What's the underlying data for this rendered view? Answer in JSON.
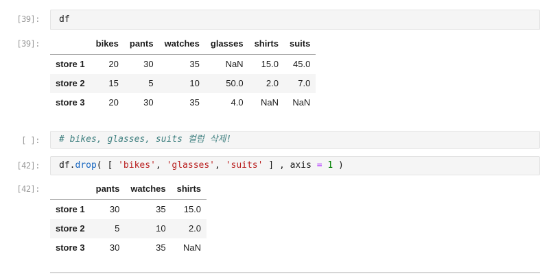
{
  "colors": {
    "input_bg": "#f5f5f5",
    "input_border": "#e3e3e3",
    "prompt_gray": "#989898",
    "comment_teal": "#408080",
    "string_red": "#ba2121",
    "function_blue": "#1565c0",
    "operator_purple": "#aa22ff",
    "number_green": "#008000",
    "table_stripe": "#f5f5f5",
    "header_rule": "#a8a8a8",
    "divider_gray": "#d6d6d6"
  },
  "cells": {
    "input1": {
      "prompt": "[39]:",
      "code": "df"
    },
    "output1": {
      "prompt": "[39]:",
      "table": {
        "columns": [
          "bikes",
          "pants",
          "watches",
          "glasses",
          "shirts",
          "suits"
        ],
        "rows": [
          {
            "label": "store 1",
            "values": [
              "20",
              "30",
              "35",
              "NaN",
              "15.0",
              "45.0"
            ]
          },
          {
            "label": "store 2",
            "values": [
              "15",
              "5",
              "10",
              "50.0",
              "2.0",
              "7.0"
            ]
          },
          {
            "label": "store 3",
            "values": [
              "20",
              "30",
              "35",
              "4.0",
              "NaN",
              "NaN"
            ]
          }
        ]
      }
    },
    "comment": {
      "prompt": "[ ]:",
      "code": "# bikes, glasses, suits 컬럼 삭제!"
    },
    "input42": {
      "prompt": "[42]:",
      "tokens": [
        {
          "t": "df.",
          "s": "plain"
        },
        {
          "t": "drop",
          "s": "function"
        },
        {
          "t": "( [ ",
          "s": "plain"
        },
        {
          "t": "'bikes'",
          "s": "string"
        },
        {
          "t": ", ",
          "s": "plain"
        },
        {
          "t": "'glasses'",
          "s": "string"
        },
        {
          "t": ", ",
          "s": "plain"
        },
        {
          "t": "'suits'",
          "s": "string"
        },
        {
          "t": " ] , axis ",
          "s": "plain"
        },
        {
          "t": "=",
          "s": "operator"
        },
        {
          "t": " ",
          "s": "plain"
        },
        {
          "t": "1",
          "s": "number"
        },
        {
          "t": " )",
          "s": "plain"
        }
      ]
    },
    "output42": {
      "prompt": "[42]:",
      "table": {
        "columns": [
          "pants",
          "watches",
          "shirts"
        ],
        "rows": [
          {
            "label": "store 1",
            "values": [
              "30",
              "35",
              "15.0"
            ]
          },
          {
            "label": "store 2",
            "values": [
              "5",
              "10",
              "2.0"
            ]
          },
          {
            "label": "store 3",
            "values": [
              "30",
              "35",
              "NaN"
            ]
          }
        ]
      }
    }
  }
}
